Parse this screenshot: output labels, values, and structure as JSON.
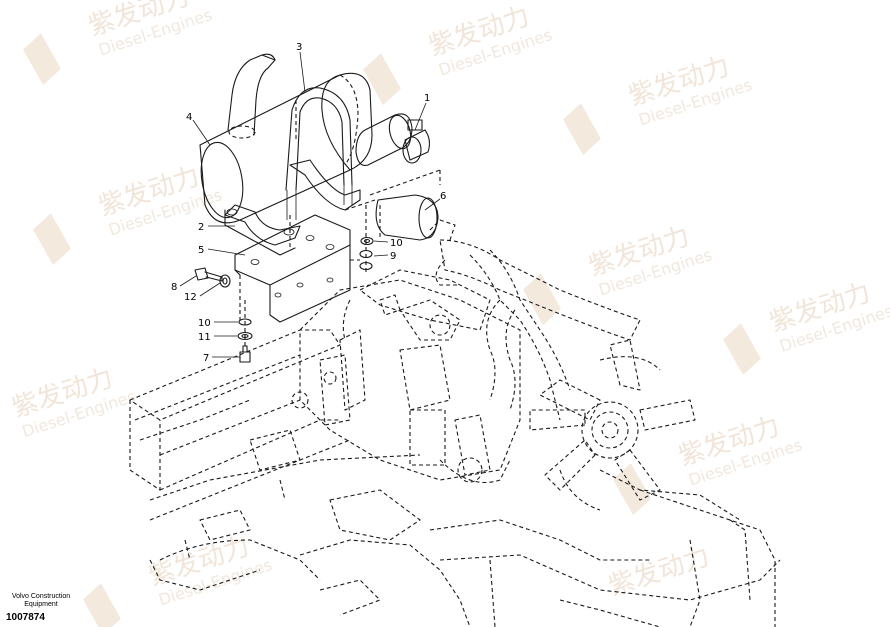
{
  "watermark": {
    "brand": "紫发动力",
    "sub": "Diesel-Engines"
  },
  "callouts": {
    "c1": "1",
    "c2": "2",
    "c3": "3",
    "c4": "4",
    "c5": "5",
    "c6": "6",
    "c7": "7",
    "c8": "8",
    "c9": "9",
    "c10a": "10",
    "c10b": "10",
    "c11": "11",
    "c12": "12"
  },
  "footer": {
    "line1": "Volvo Construction",
    "line2": "Equipment",
    "part_number": "1007874"
  },
  "colors": {
    "lines": "#1a1a1a",
    "watermark": "#f0e3d6",
    "background": "#ffffff"
  }
}
